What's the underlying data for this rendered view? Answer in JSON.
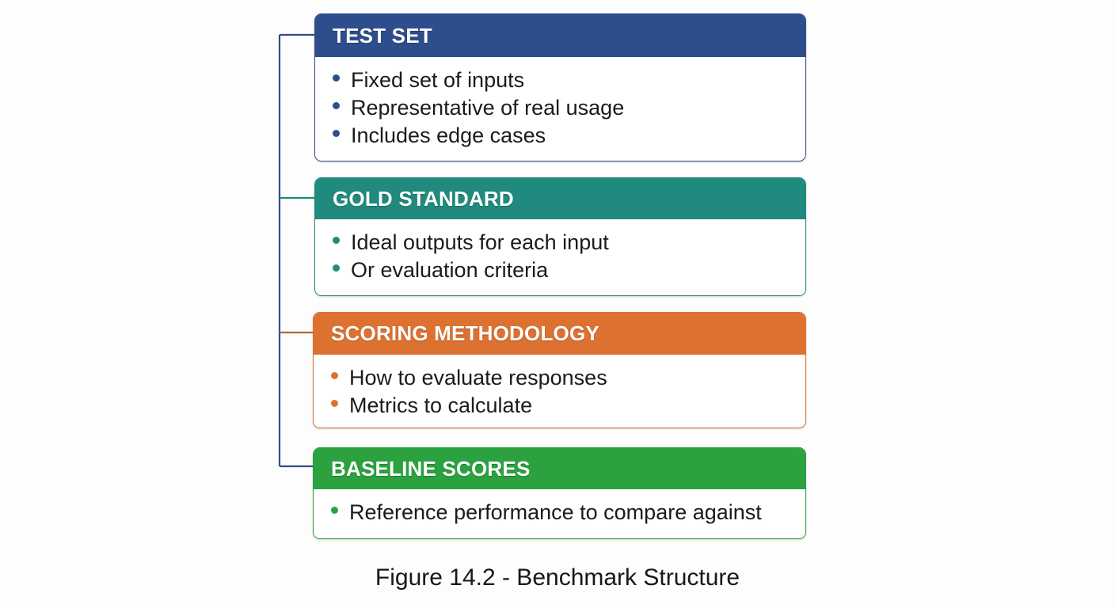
{
  "figure": {
    "caption": "Figure 14.2 - Benchmark Structure",
    "background_color": "#fdfdfd"
  },
  "connector": {
    "spine_color": "#2e4d8c",
    "branch_colors": [
      "#2e4d8c",
      "#1f8a7d",
      "#b4662e",
      "#2e4d8c"
    ]
  },
  "cards": [
    {
      "id": "test-set",
      "title": "TEST SET",
      "color": "#2e4d8c",
      "bullets": [
        "Fixed set of inputs",
        "Representative of real usage",
        "Includes edge cases"
      ]
    },
    {
      "id": "gold-standard",
      "title": "GOLD STANDARD",
      "color": "#1f8a7d",
      "bullets": [
        "Ideal outputs for each input",
        "Or evaluation criteria"
      ]
    },
    {
      "id": "scoring-methodology",
      "title": "SCORING METHODOLOGY",
      "color": "#dd7130",
      "bullets": [
        "How to evaluate responses",
        "Metrics to calculate"
      ]
    },
    {
      "id": "baseline-scores",
      "title": "BASELINE SCORES",
      "color": "#2ba23f",
      "bullets": [
        "Reference performance to compare against"
      ]
    }
  ]
}
